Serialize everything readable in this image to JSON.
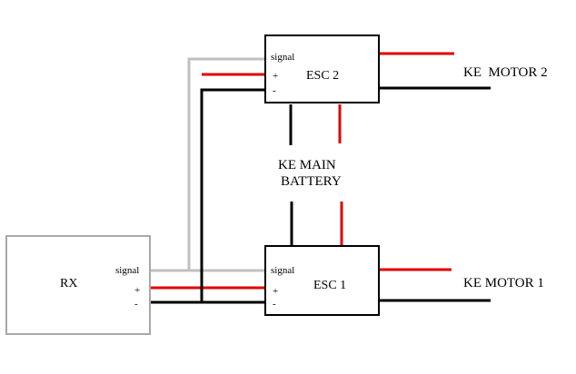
{
  "blocks": {
    "rx": {
      "label": "RX",
      "signal": "signal",
      "plus": "+",
      "minus": "-"
    },
    "esc2": {
      "label": "ESC 2",
      "signal": "signal",
      "plus": "+",
      "minus": "-"
    },
    "esc1": {
      "label": "ESC 1",
      "signal": "signal",
      "plus": "+",
      "minus": "-"
    }
  },
  "labels": {
    "motor2": "KE  MOTOR 2",
    "motor1": "KE MOTOR 1",
    "battery_line1": "KE MAIN",
    "battery_line2": "BATTERY"
  },
  "colors": {
    "signal_wire": "#c0c0c0",
    "positive_wire": "#e00000",
    "negative_wire": "#000000",
    "rx_border": "#a8a8a8"
  }
}
